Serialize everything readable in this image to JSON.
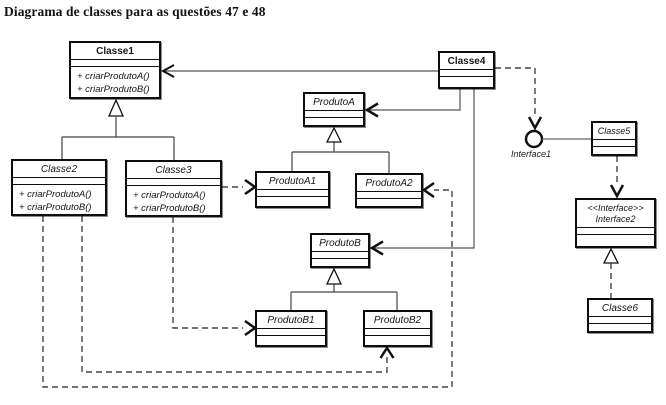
{
  "title": "Diagrama de classes para as questões 47 e 48",
  "diagram": {
    "classes": {
      "classe1": {
        "name": "Classe1",
        "methods": [
          "+ criarProdutoA()",
          "+ criarProdutoB()"
        ]
      },
      "classe2": {
        "name": "Classe2",
        "methods": [
          "+ criarProdutoA()",
          "+ criarProdutoB()"
        ]
      },
      "classe3": {
        "name": "Classe3",
        "methods": [
          "+ criarProdutoA()",
          "+ criarProdutoB()"
        ]
      },
      "classe4": {
        "name": "Classe4"
      },
      "classe5": {
        "name": "Classe5"
      },
      "classe6": {
        "name": "Classe6"
      },
      "produtoA": {
        "name": "ProdutoA"
      },
      "produtoA1": {
        "name": "ProdutoA1"
      },
      "produtoA2": {
        "name": "ProdutoA2"
      },
      "produtoB": {
        "name": "ProdutoB"
      },
      "produtoB1": {
        "name": "ProdutoB1"
      },
      "produtoB2": {
        "name": "ProdutoB2"
      },
      "interface1": {
        "name": "Interface1"
      },
      "interface2": {
        "stereotype": "<<Interface>>",
        "name": "Interface2"
      }
    },
    "relationships": [
      {
        "from": "Classe2",
        "to": "Classe1",
        "type": "generalization"
      },
      {
        "from": "Classe3",
        "to": "Classe1",
        "type": "generalization"
      },
      {
        "from": "ProdutoA1",
        "to": "ProdutoA",
        "type": "generalization"
      },
      {
        "from": "ProdutoA2",
        "to": "ProdutoA",
        "type": "generalization"
      },
      {
        "from": "ProdutoB1",
        "to": "ProdutoB",
        "type": "generalization"
      },
      {
        "from": "ProdutoB2",
        "to": "ProdutoB",
        "type": "generalization"
      },
      {
        "from": "Classe4",
        "to": "Classe1",
        "type": "directed-association"
      },
      {
        "from": "Classe4",
        "to": "ProdutoA",
        "type": "directed-association"
      },
      {
        "from": "Classe4",
        "to": "ProdutoB",
        "type": "directed-association"
      },
      {
        "from": "Classe4",
        "to": "Interface1",
        "type": "dependency"
      },
      {
        "from": "Classe5",
        "to": "Interface1",
        "type": "provided-interface-lollipop"
      },
      {
        "from": "Classe5",
        "to": "Interface2",
        "type": "dependency"
      },
      {
        "from": "Classe6",
        "to": "Interface2",
        "type": "realization"
      },
      {
        "from": "Classe3",
        "to": "ProdutoA1",
        "type": "dependency"
      },
      {
        "from": "Classe3",
        "to": "ProdutoB1",
        "type": "dependency"
      },
      {
        "from": "Classe2",
        "to": "ProdutoA2",
        "type": "dependency"
      },
      {
        "from": "Classe2",
        "to": "ProdutoB2",
        "type": "dependency"
      }
    ]
  },
  "colors": {
    "line": "#444444",
    "border": "#0d0d0d",
    "background": "#ffffff"
  }
}
